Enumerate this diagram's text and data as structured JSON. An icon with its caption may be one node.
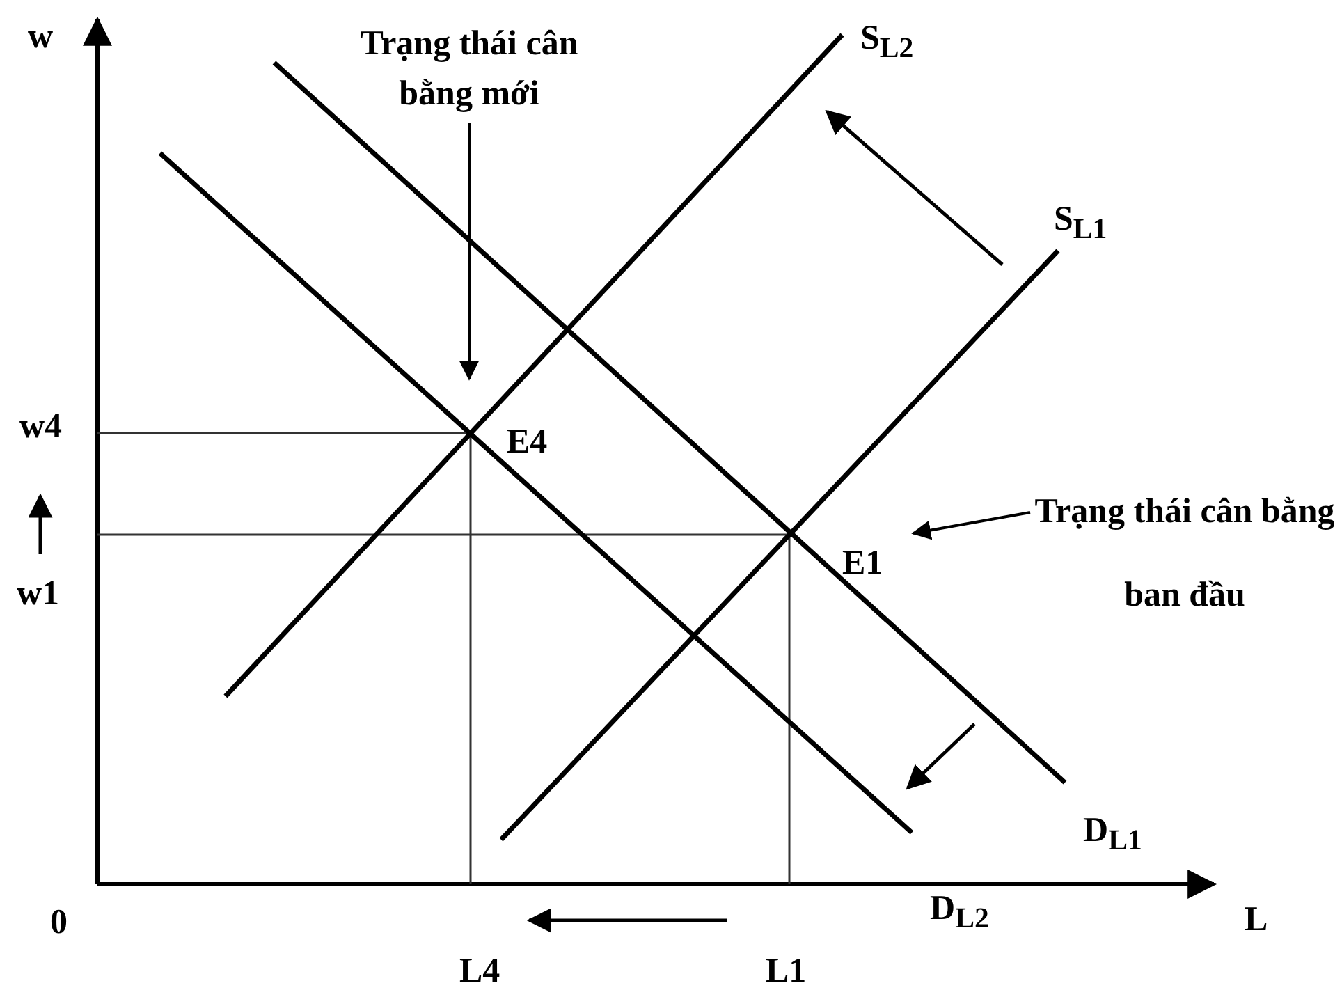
{
  "diagram": {
    "nodes": [
      {
        "text": [
          "Trạng thái cân bằng mới"
        ]
      },
      {
        "text": [
          "Trạng thái cân bằng ban đầu"
        ]
      }
    ],
    "edges": [
      {
        "from": 0,
        "to": null,
        "arrow": "to"
      },
      {
        "from": 1,
        "to": null,
        "arrow": "to"
      }
    ],
    "labels": [
      "w",
      "S$_{L2}$",
      "S$_{L1}$",
      "w4",
      "E4",
      "w1",
      "E1",
      "D$_{L1}$",
      "D$_{L2}$",
      "0",
      "L",
      "L4",
      "L1"
    ]
  }
}
